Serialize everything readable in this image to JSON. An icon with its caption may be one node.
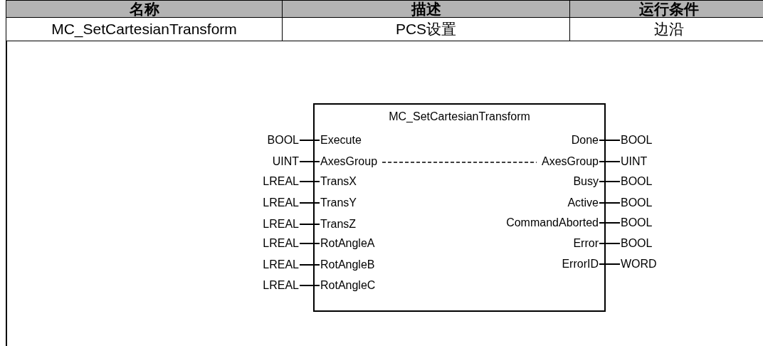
{
  "diagram": {
    "nodes": [
      {
        "text": [
          "MC_SetCartesianTransform"
        ]
      },
      {
        "text": [
          "Execute"
        ],
        "in": 0
      },
      {
        "text": [
          "AxesGroup"
        ],
        "in": 0
      },
      {
        "text": [
          "TransX"
        ],
        "in": 0
      },
      {
        "text": [
          "TransY"
        ],
        "in": 0
      },
      {
        "text": [
          "TransZ"
        ],
        "in": 0
      },
      {
        "text": [
          "RotAngleA"
        ],
        "in": 0
      },
      {
        "text": [
          "RotAngleB"
        ],
        "in": 0
      },
      {
        "text": [
          "RotAngleC"
        ],
        "in": 0
      },
      {
        "text": [
          "Done"
        ],
        "in": 0
      },
      {
        "text": [
          "AxesGroup"
        ],
        "in": 0
      },
      {
        "text": [
          "Busy"
        ],
        "in": 0
      },
      {
        "text": [
          "Active"
        ],
        "in": 0
      },
      {
        "text": [
          "CommandAborted"
        ],
        "in": 0
      },
      {
        "text": [
          "Error"
        ],
        "in": 0
      },
      {
        "text": [
          "ErrorID"
        ],
        "in": 0
      },
      {
        "text": [
          "BOOL"
        ]
      },
      {
        "text": [
          "UINT"
        ]
      },
      {
        "text": [
          "LREAL"
        ]
      },
      {
        "text": [
          "LREAL"
        ]
      },
      {
        "text": [
          "LREAL"
        ]
      },
      {
        "text": [
          "LREAL"
        ]
      },
      {
        "text": [
          "LREAL"
        ]
      },
      {
        "text": [
          "LREAL"
        ]
      },
      {
        "text": [
          "BOOL"
        ]
      },
      {
        "text": [
          "UINT"
        ]
      },
      {
        "text": [
          "BOOL"
        ]
      },
      {
        "text": [
          "BOOL"
        ]
      },
      {
        "text": [
          "BOOL"
        ]
      },
      {
        "text": [
          "BOOL"
        ]
      },
      {
        "text": [
          "WORD"
        ]
      }
    ],
    "edges": [
      {
        "from": 16,
        "to": 1,
        "arrow": "none"
      },
      {
        "from": 17,
        "to": 2,
        "arrow": "none"
      },
      {
        "from": 18,
        "to": 3,
        "arrow": "none"
      },
      {
        "from": 19,
        "to": 4,
        "arrow": "none"
      },
      {
        "from": 20,
        "to": 5,
        "arrow": "none"
      },
      {
        "from": 21,
        "to": 6,
        "arrow": "none"
      },
      {
        "from": 22,
        "to": 7,
        "arrow": "none"
      },
      {
        "from": 23,
        "to": 8,
        "arrow": "none"
      },
      {
        "from": 9,
        "to": 24,
        "arrow": "none"
      },
      {
        "from": 10,
        "to": 25,
        "arrow": "none"
      },
      {
        "from": 11,
        "to": 26,
        "arrow": "none"
      },
      {
        "from": 12,
        "to": 27,
        "arrow": "none"
      },
      {
        "from": 13,
        "to": 28,
        "arrow": "none"
      },
      {
        "from": 14,
        "to": 29,
        "arrow": "none"
      },
      {
        "from": 15,
        "to": 30,
        "arrow": "none"
      },
      {
        "from": 2,
        "to": 10,
        "arrow": "none",
        "style": "dashed"
      }
    ],
    "labels": [
      "名称",
      "描述",
      "运行条件",
      "MC_SetCartesianTransform",
      "PCS设置",
      "边沿"
    ]
  }
}
